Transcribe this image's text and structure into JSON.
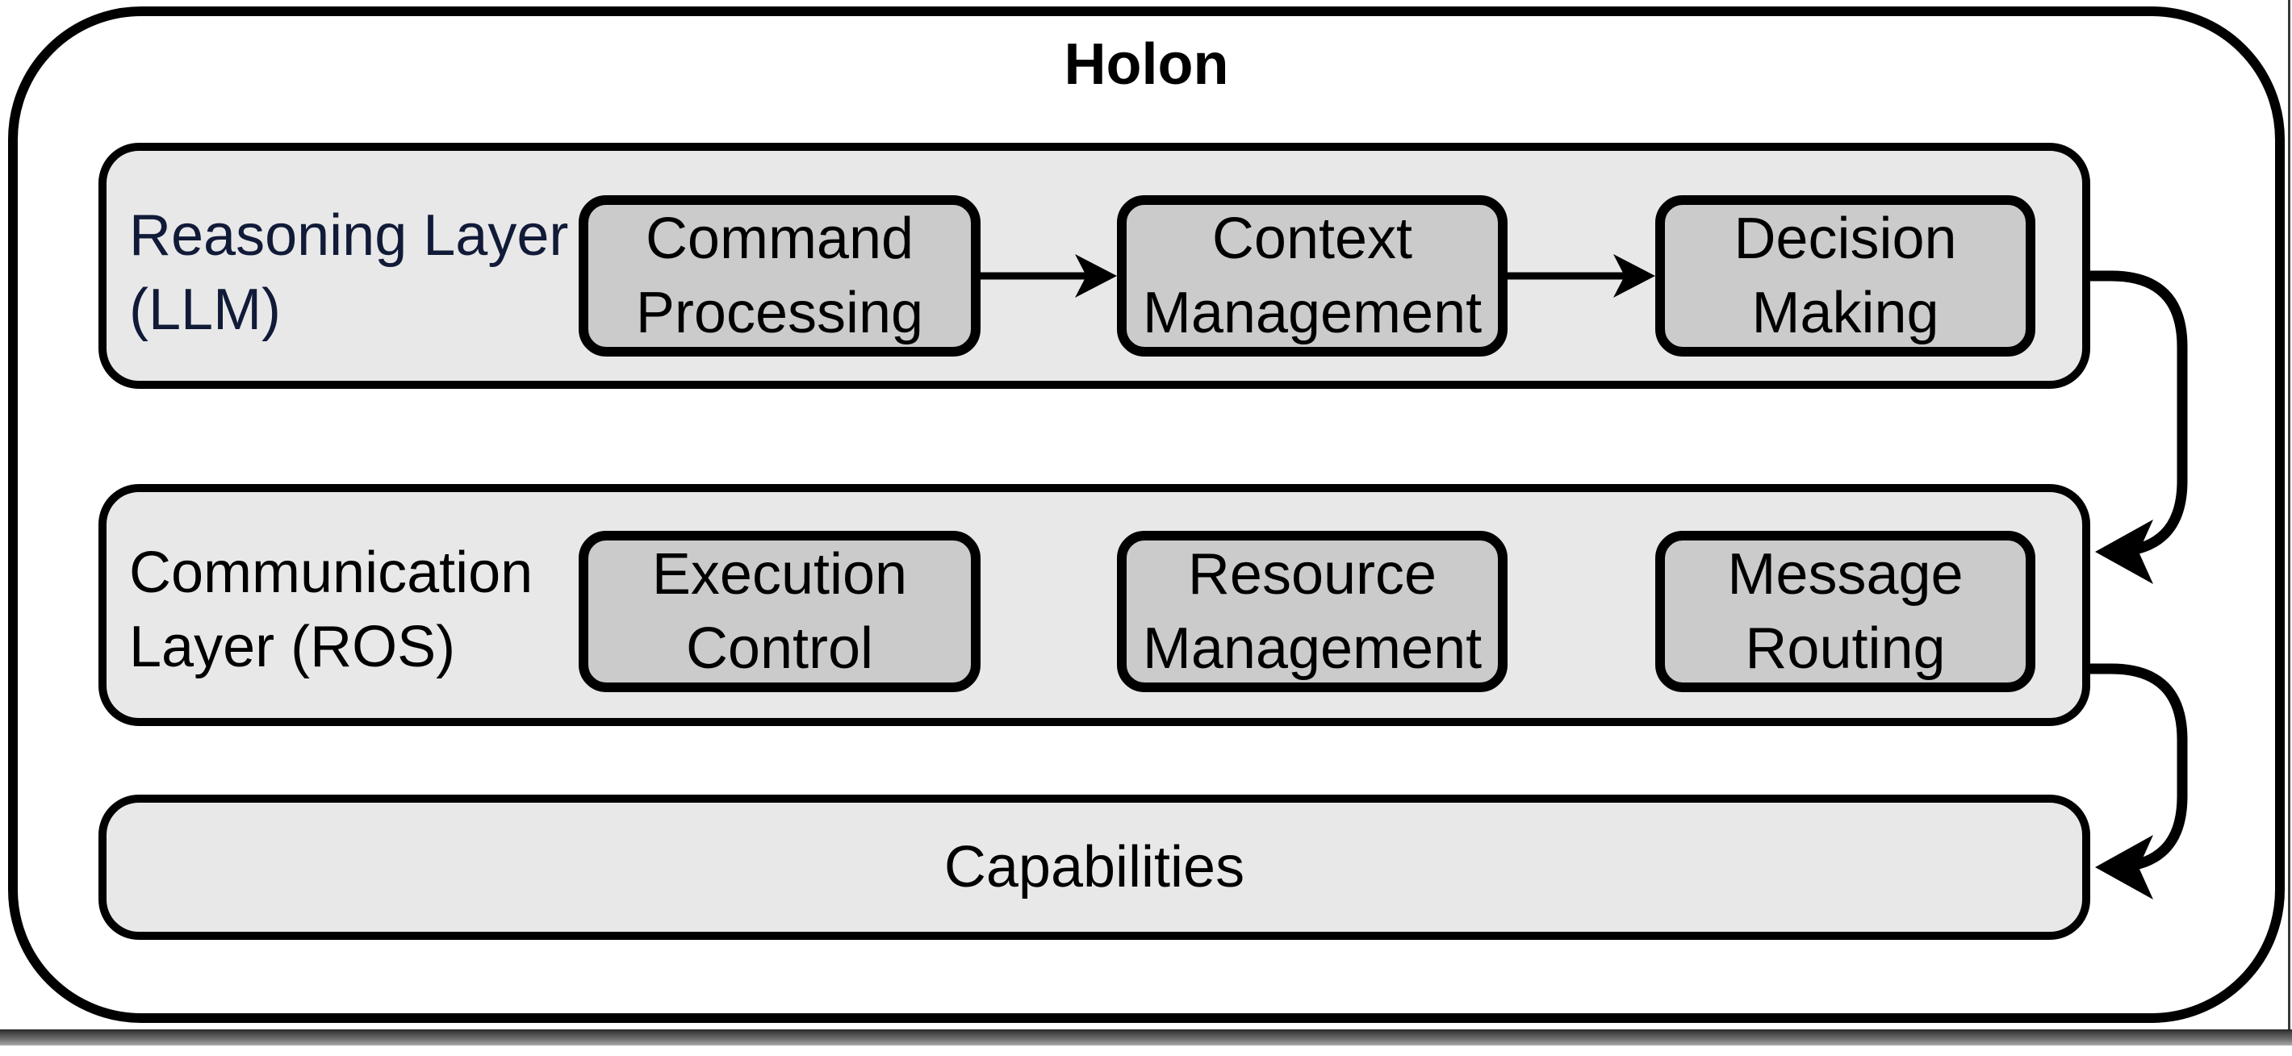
{
  "diagram": {
    "title": "Holon",
    "reasoning_layer": {
      "label_line1": "Reasoning Layer",
      "label_line2": "(LLM)",
      "boxes": [
        "Command Processing",
        "Context Management",
        "Decision Making"
      ]
    },
    "communication_layer": {
      "label_line1": "Communication",
      "label_line2": "Layer (ROS)",
      "boxes": [
        "Execution Control",
        "Resource Management",
        "Message Routing"
      ]
    },
    "capabilities_layer": {
      "label": "Capabilities"
    },
    "connections": [
      "Command Processing -> Context Management",
      "Context Management -> Decision Making",
      "Reasoning Layer -> Communication Layer",
      "Communication Layer -> Capabilities"
    ],
    "colors": {
      "layer_fill": "#e8e8e8",
      "node_fill": "#cbcbcb",
      "border": "#000000",
      "reasoning_label_text": "#111b38",
      "default_text": "#000000",
      "page_background": "#ffffff"
    }
  }
}
